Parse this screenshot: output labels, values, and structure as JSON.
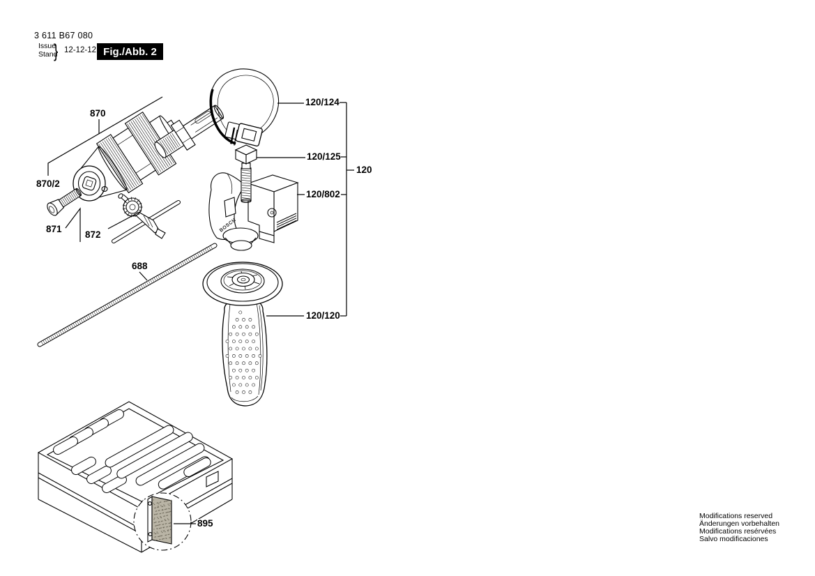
{
  "document": {
    "part_number": "3 611 B67 080",
    "issue_label_line1": "Issue",
    "issue_label_line2": "Stand",
    "issue_brace": "}",
    "issue_date": "12-12-12",
    "figure_label": "Fig./Abb. 2"
  },
  "callouts": {
    "c870": "870",
    "c870_2": "870/2",
    "c871": "871",
    "c872": "872",
    "c688": "688",
    "c120_124": "120/124",
    "c120_125": "120/125",
    "c120_802": "120/802",
    "c120": "120",
    "c120_120": "120/120",
    "c895": "895"
  },
  "brand": {
    "clamp_logo": "BOSCH"
  },
  "footer": {
    "line1": "Modifications reserved",
    "line2": "Änderungen vorbehalten",
    "line3": "Modifications resérvées",
    "line4": "Salvo modificaciones"
  },
  "colors": {
    "line": "#000000",
    "background": "#ffffff",
    "figure_box_bg": "#000000",
    "figure_box_text": "#ffffff",
    "detail_pad_fill": "#b9b4a5"
  }
}
